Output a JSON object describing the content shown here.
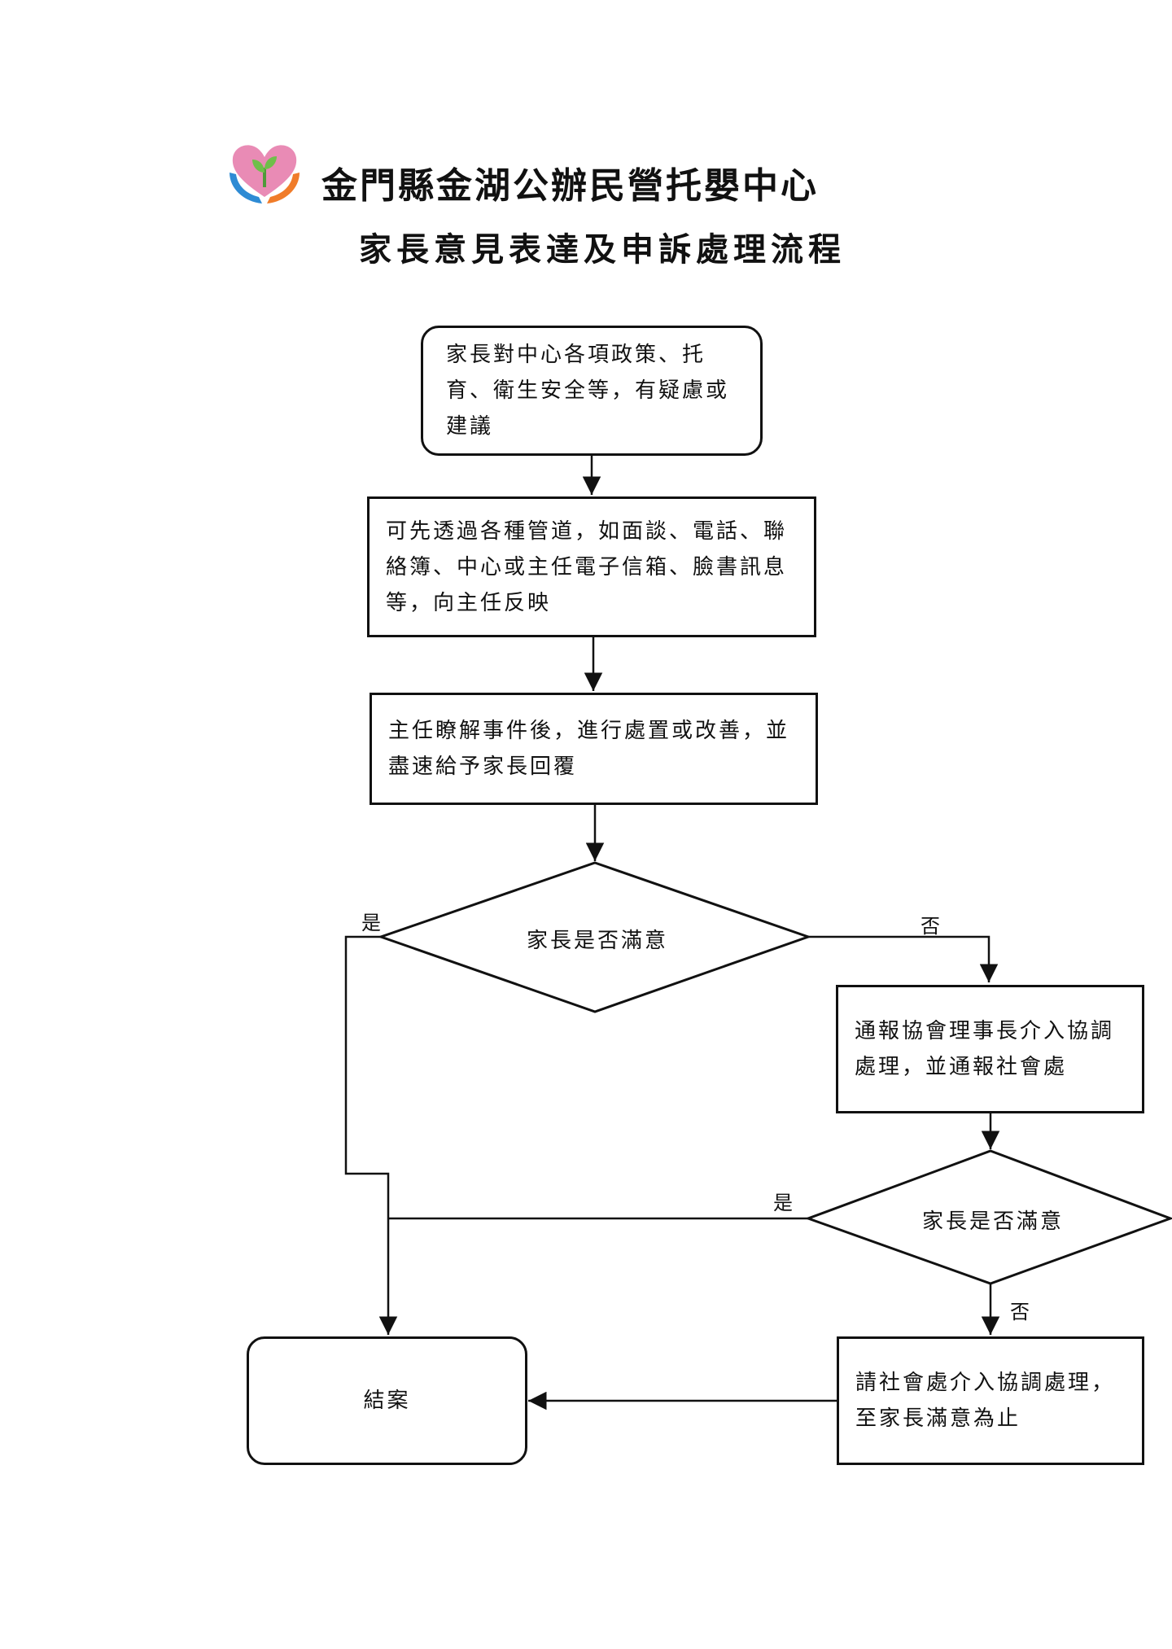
{
  "header": {
    "title": "金門縣金湖公辦民營托嬰中心",
    "subtitle": "家長意見表達及申訴處理流程",
    "logo_icon": "heart-hands-sprout-icon",
    "logo_colors": {
      "heart": "#e98bb5",
      "hand_left": "#2e8bd4",
      "hand_right": "#f07c2a",
      "sprout": "#6fbf4a"
    }
  },
  "flow": {
    "step1": "家長對中心各項政策、托育、衛生安全等，有疑慮或建議",
    "step2": "可先透過各種管道，如面談、電話、聯絡簿、中心或主任電子信箱、臉書訊息等，向主任反映",
    "step3": "主任瞭解事件後，進行處置或改善，並盡速給予家長回覆",
    "decision1": "家長是否滿意",
    "step4": "通報協會理事長介入協調處理，並通報社會處",
    "decision2": "家長是否滿意",
    "step5": "請社會處介入協調處理，至家長滿意為止",
    "end": "結案",
    "labels": {
      "d1_yes": "是",
      "d1_no": "否",
      "d2_yes": "是",
      "d2_no": "否"
    }
  }
}
